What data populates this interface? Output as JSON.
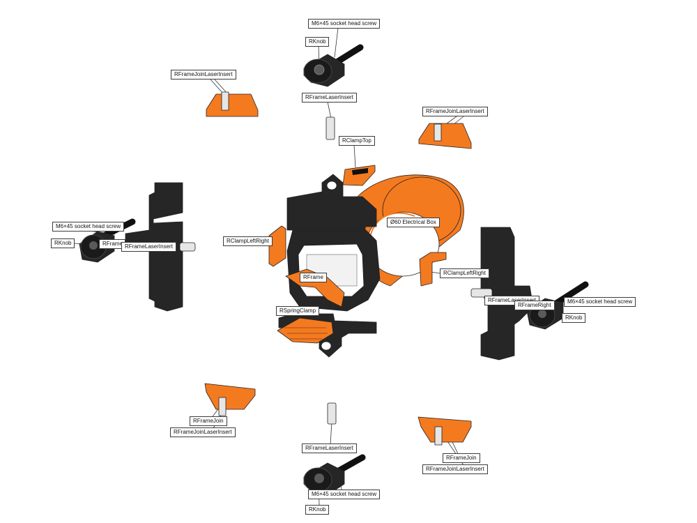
{
  "colors": {
    "printed_orange": "#f47a20",
    "printed_black": "#262626",
    "steel": "#e6e6e6",
    "screw_black": "#111111"
  },
  "labels": {
    "screw_top": "M6×45 socket head screw",
    "knob_top": "RKnob",
    "laser_insert_top": "RFrameLaserInsert",
    "clamp_top": "RClampTop",
    "join_insert_tl": "RFrameJoinLaserInsert",
    "join_insert_tr": "RFrameJoinLaserInsert",
    "screw_left": "M6×45 socket head screw",
    "knob_left": "RKnob",
    "frame_left_partial": "RFrame",
    "laser_insert_left": "RFrameLaserInsert",
    "clamp_left_right_a": "RClampLeftRight",
    "electrical_box": "Ø60 Electrical Box",
    "frame": "RFrame",
    "spring_clamp": "RSpringClamp",
    "clamp_left_right_b": "RClampLeftRight",
    "laser_insert_right": "RFrameLaserInsert",
    "frame_right": "RFrameRight",
    "screw_right": "M6×45 socket head screw",
    "knob_right": "RKnob",
    "frame_join_bl": "RFrameJoin",
    "join_insert_bl": "RFrameJoinLaserInsert",
    "laser_insert_bottom": "RFrameLaserInsert",
    "screw_bottom": "M6×45 socket head screw",
    "knob_bottom": "RKnob",
    "frame_join_br": "RFrameJoin",
    "join_insert_br": "RFrameJoinLaserInsert"
  }
}
